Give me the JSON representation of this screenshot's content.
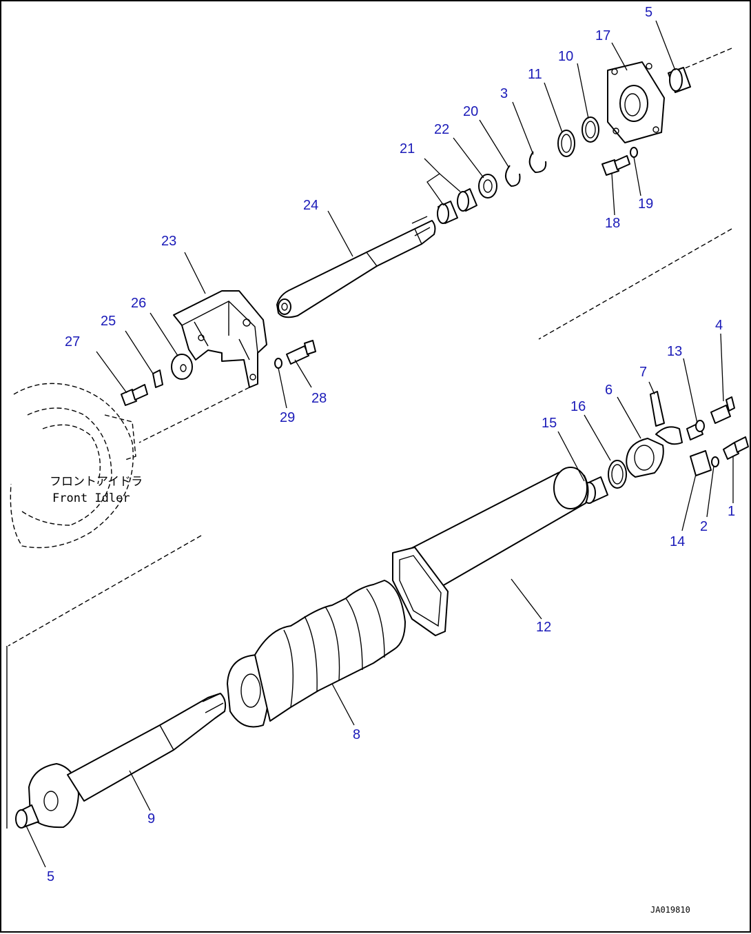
{
  "diagram": {
    "part_labels": [
      {
        "id": "p5a",
        "text": "5"
      },
      {
        "id": "p17",
        "text": "17"
      },
      {
        "id": "p10",
        "text": "10"
      },
      {
        "id": "p11",
        "text": "11"
      },
      {
        "id": "p3",
        "text": "3"
      },
      {
        "id": "p20",
        "text": "20"
      },
      {
        "id": "p22",
        "text": "22"
      },
      {
        "id": "p21",
        "text": "21"
      },
      {
        "id": "p19",
        "text": "19"
      },
      {
        "id": "p18",
        "text": "18"
      },
      {
        "id": "p24",
        "text": "24"
      },
      {
        "id": "p23",
        "text": "23"
      },
      {
        "id": "p26",
        "text": "26"
      },
      {
        "id": "p25",
        "text": "25"
      },
      {
        "id": "p27",
        "text": "27"
      },
      {
        "id": "p28",
        "text": "28"
      },
      {
        "id": "p29",
        "text": "29"
      },
      {
        "id": "p4",
        "text": "4"
      },
      {
        "id": "p13",
        "text": "13"
      },
      {
        "id": "p7",
        "text": "7"
      },
      {
        "id": "p6",
        "text": "6"
      },
      {
        "id": "p16",
        "text": "16"
      },
      {
        "id": "p15",
        "text": "15"
      },
      {
        "id": "p1",
        "text": "1"
      },
      {
        "id": "p2",
        "text": "2"
      },
      {
        "id": "p14",
        "text": "14"
      },
      {
        "id": "p12",
        "text": "12"
      },
      {
        "id": "p8",
        "text": "8"
      },
      {
        "id": "p9",
        "text": "9"
      },
      {
        "id": "p5b",
        "text": "5"
      }
    ],
    "reference_label_jp": "フロントアイドラ",
    "reference_label_en": "Front Idler",
    "drawing_code": "JA019810"
  }
}
